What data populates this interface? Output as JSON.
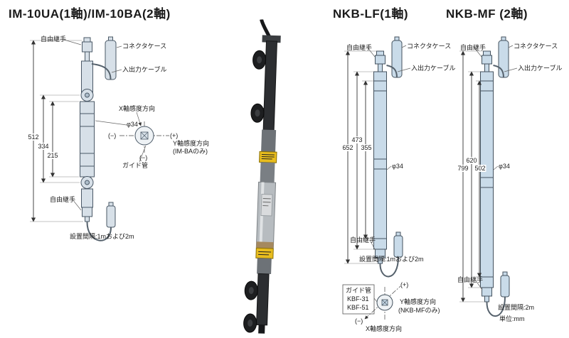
{
  "titles": {
    "im": "IM-10UA(1軸)/IM-10BA(2軸)",
    "nkb_lf": "NKB-LF(1軸)",
    "nkb_mf": "NKB-MF (2軸)"
  },
  "im": {
    "labels": {
      "free_joint_top": "自由継手",
      "connector_case": "コネクタケース",
      "io_cable": "入出力ケーブル",
      "x_dir": "X軸感度方向",
      "dia": "φ34",
      "minus_left": "(−)",
      "plus_right": "(+)",
      "y_dir": "Y軸感度方向",
      "y_note": "(IM-BAのみ)",
      "minus_bottom": "(−)",
      "guide_tube": "ガイド管",
      "free_joint_bottom": "自由継手",
      "spacing": "設置間隔:1mおよび2m"
    },
    "dims": [
      "512",
      "334",
      "215"
    ]
  },
  "nkb_lf": {
    "labels": {
      "free_joint_top": "自由継手",
      "connector_case": "コネクタケース",
      "io_cable": "入出力ケーブル",
      "dia": "φ34",
      "free_joint_bottom": "自由継手",
      "spacing": "設置間隔:1mおよび2m",
      "guide_tube": "ガイド管",
      "guide_model_1": "KBF-31",
      "guide_model_2": "KBF-51",
      "plus": "(+)",
      "minus": "(−)",
      "y_dir": "Y軸感度方向",
      "y_note": "(NKB-MFのみ)",
      "x_dir": "X軸感度方向"
    },
    "dims": [
      "652",
      "473",
      "355"
    ]
  },
  "nkb_mf": {
    "labels": {
      "free_joint_top": "自由継手",
      "connector_case": "コネクタケース",
      "io_cable": "入出力ケーブル",
      "dia": "φ34",
      "free_joint_bottom": "自由継手",
      "spacing": "設置間隔:2m",
      "unit": "単位:mm"
    },
    "dims": [
      "799",
      "620",
      "502"
    ]
  }
}
